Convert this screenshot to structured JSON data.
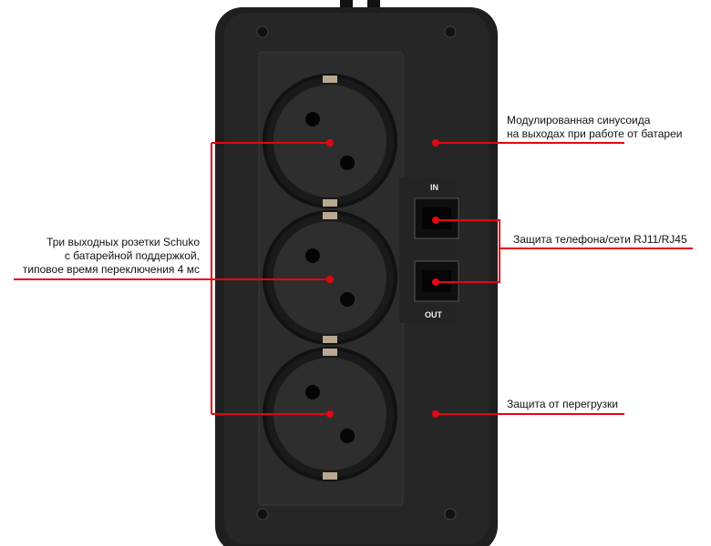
{
  "annotations": {
    "outlets": [
      "Три выходных розетки Schuko",
      "с батарейной поддержкой,",
      "типовое время переключения 4 мс"
    ],
    "sine": [
      "Модулированная синусоида",
      "на выходах при работе от батареи"
    ],
    "rj": "Защита телефона/сети RJ11/RJ45",
    "overload": "Защита от перегрузки"
  },
  "ports": {
    "in": "IN",
    "out": "OUT"
  },
  "colors": {
    "accent": "#e30613",
    "body": "#1f1f1f",
    "panel": "#2c2c2c"
  }
}
